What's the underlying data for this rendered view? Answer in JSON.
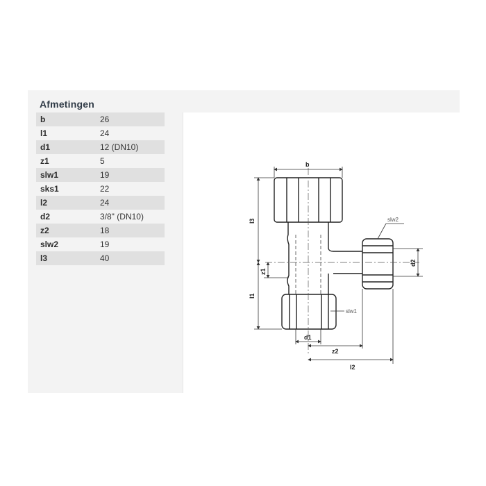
{
  "heading": "Afmetingen",
  "dimensions": [
    {
      "key": "b",
      "value": "26"
    },
    {
      "key": "l1",
      "value": "24"
    },
    {
      "key": "d1",
      "value": "12 (DN10)"
    },
    {
      "key": "z1",
      "value": "5"
    },
    {
      "key": "slw1",
      "value": "19"
    },
    {
      "key": "sks1",
      "value": "22"
    },
    {
      "key": "l2",
      "value": "24"
    },
    {
      "key": "d2",
      "value": "3/8\" (DN10)"
    },
    {
      "key": "z2",
      "value": "18"
    },
    {
      "key": "slw2",
      "value": "19"
    },
    {
      "key": "l3",
      "value": "40"
    }
  ],
  "drawing_labels": {
    "b": "b",
    "l3": "l3",
    "slw2": "slw2",
    "d2": "d2",
    "z1": "z1",
    "l1": "l1",
    "slw1": "slw1",
    "d1": "d1",
    "z2": "z2",
    "l2": "l2"
  }
}
